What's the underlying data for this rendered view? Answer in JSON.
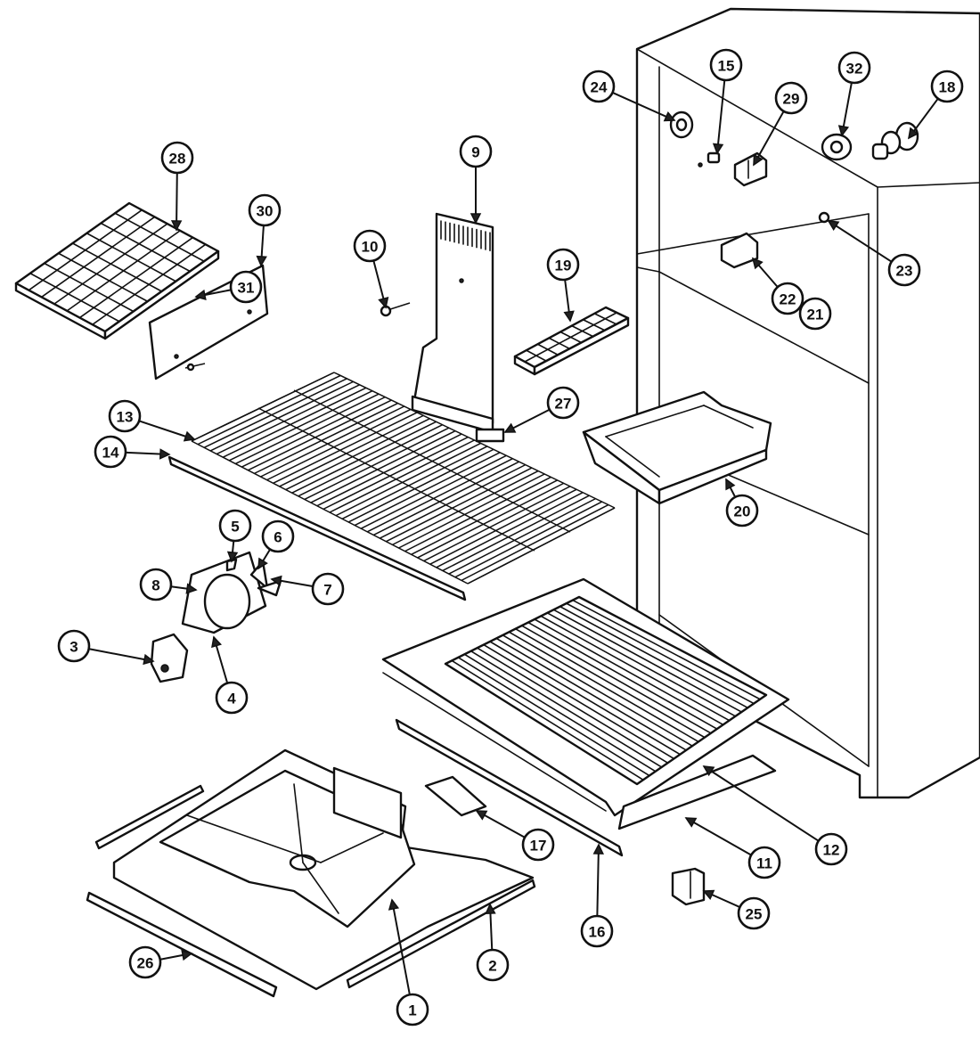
{
  "diagram": {
    "callouts": [
      {
        "id": "1",
        "label": "1"
      },
      {
        "id": "2",
        "label": "2"
      },
      {
        "id": "3",
        "label": "3"
      },
      {
        "id": "4",
        "label": "4"
      },
      {
        "id": "5",
        "label": "5"
      },
      {
        "id": "6",
        "label": "6"
      },
      {
        "id": "7",
        "label": "7"
      },
      {
        "id": "8",
        "label": "8"
      },
      {
        "id": "9",
        "label": "9"
      },
      {
        "id": "10",
        "label": "10"
      },
      {
        "id": "11",
        "label": "11"
      },
      {
        "id": "12",
        "label": "12"
      },
      {
        "id": "13",
        "label": "13"
      },
      {
        "id": "14",
        "label": "14"
      },
      {
        "id": "15",
        "label": "15"
      },
      {
        "id": "16",
        "label": "16"
      },
      {
        "id": "17",
        "label": "17"
      },
      {
        "id": "18",
        "label": "18"
      },
      {
        "id": "19",
        "label": "19"
      },
      {
        "id": "20",
        "label": "20"
      },
      {
        "id": "21",
        "label": "21"
      },
      {
        "id": "22",
        "label": "22"
      },
      {
        "id": "23",
        "label": "23"
      },
      {
        "id": "24",
        "label": "24"
      },
      {
        "id": "25",
        "label": "25"
      },
      {
        "id": "26",
        "label": "26"
      },
      {
        "id": "27",
        "label": "27"
      },
      {
        "id": "28",
        "label": "28"
      },
      {
        "id": "29",
        "label": "29"
      },
      {
        "id": "30",
        "label": "30"
      },
      {
        "id": "31",
        "label": "31"
      },
      {
        "id": "32",
        "label": "32"
      }
    ]
  }
}
